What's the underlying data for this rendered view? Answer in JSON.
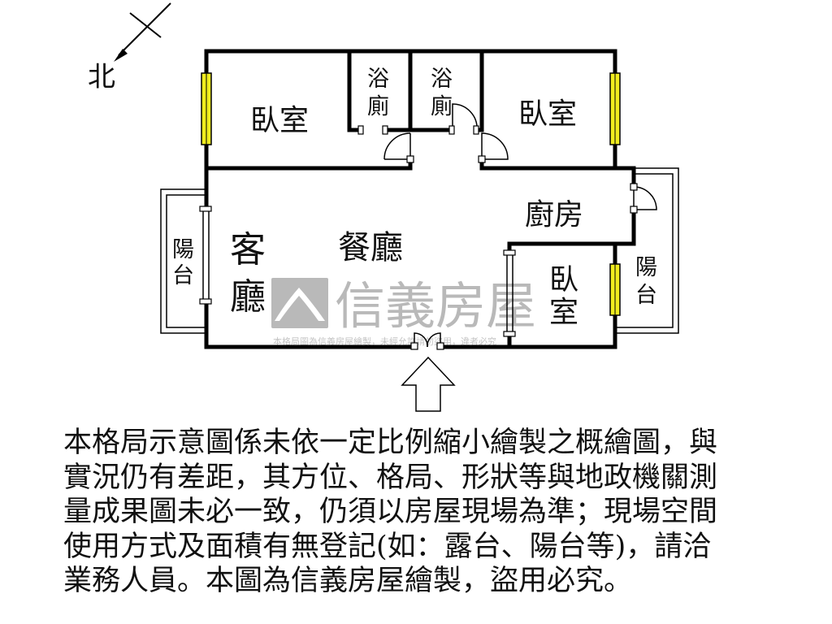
{
  "compass": {
    "north_label": "北"
  },
  "rooms": {
    "bedroom_nw": "臥室",
    "bath_1": [
      "浴",
      "廁"
    ],
    "bath_2": [
      "浴",
      "廁"
    ],
    "bedroom_ne": "臥室",
    "kitchen": "廚房",
    "living": [
      "客",
      "廳"
    ],
    "dining": "餐廳",
    "balcony_w": [
      "陽",
      "台"
    ],
    "bedroom_se": [
      "臥",
      "室"
    ],
    "balcony_e": [
      "陽",
      "台"
    ]
  },
  "watermark": {
    "brand": "信義房屋",
    "fine_print": "本格局圖為信義房屋繪製，未經允許請勿盜用，違者必究"
  },
  "colors": {
    "wall": "#000000",
    "window_fill": "#f0ec1e",
    "watermark": "#b9b9b9"
  },
  "disclaimer_lines": [
    "本格局示意圖係未依一定比例縮小繪製之概繪圖，與",
    "實況仍有差距，其方位、格局、形狀等與地政機關測",
    "量成果圖未必一致，仍須以房屋現場為準；現場空間",
    "使用方式及面積有無登記(如：露台、陽台等)，請洽",
    "業務人員。本圖為信義房屋繪製，盜用必究。"
  ]
}
